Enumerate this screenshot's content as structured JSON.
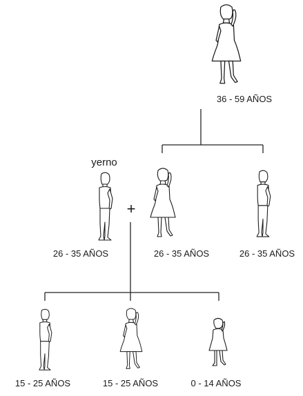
{
  "diagram": {
    "yerno_label": "yerno",
    "plus_sign": "+",
    "generations": [
      {
        "members": [
          {
            "id": "grandmother",
            "figure": "woman-in-dress-icon",
            "age_label": "36 - 59 AÑOS"
          }
        ]
      },
      {
        "members": [
          {
            "id": "son-in-law",
            "figure": "man-standing-icon",
            "age_label": "26 - 35 AÑOS"
          },
          {
            "id": "daughter",
            "figure": "woman-in-dress-icon",
            "age_label": "26 - 35 AÑOS"
          },
          {
            "id": "son",
            "figure": "man-standing-icon",
            "age_label": "26 - 35 AÑOS"
          }
        ]
      },
      {
        "members": [
          {
            "id": "grandson",
            "figure": "man-standing-icon",
            "age_label": "15 - 25  AÑOS"
          },
          {
            "id": "granddaughter",
            "figure": "woman-in-dress-icon",
            "age_label": "15 - 25  AÑOS"
          },
          {
            "id": "girl",
            "figure": "girl-in-dress-icon",
            "age_label": "0 - 14 AÑOS"
          }
        ]
      }
    ]
  }
}
